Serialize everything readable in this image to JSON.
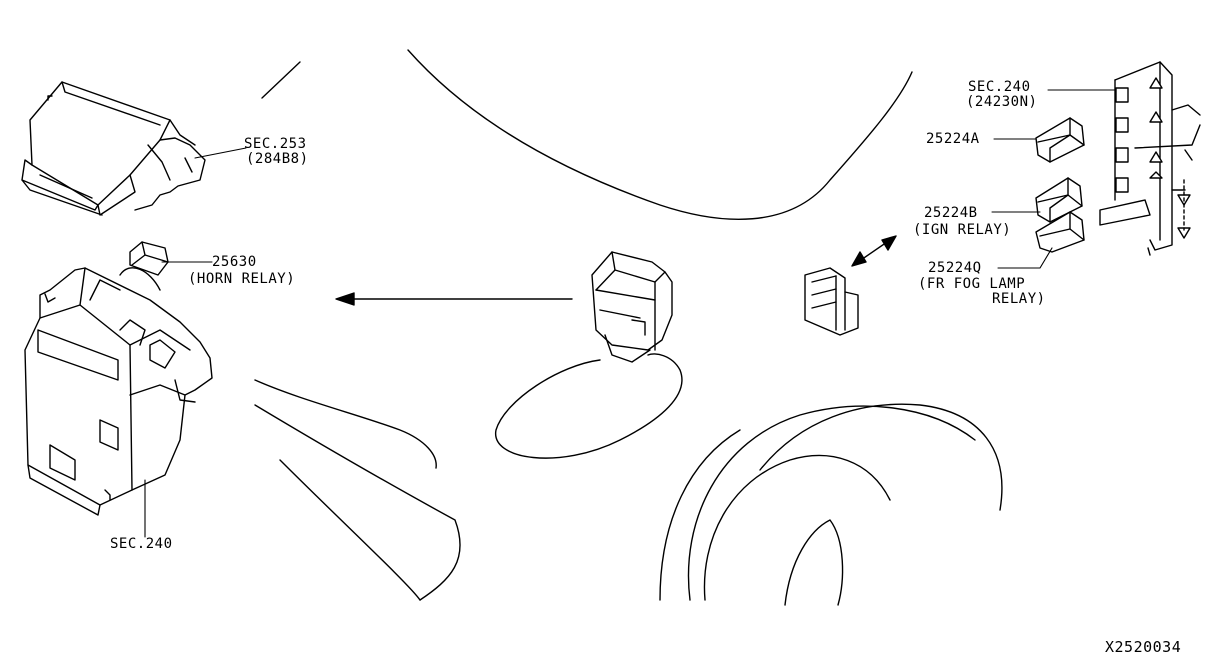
{
  "diagram_id": "X2520034",
  "callouts": {
    "cover": {
      "ref": "SEC.253",
      "part": "(284B8)"
    },
    "horn_relay": {
      "part": "25630",
      "name": "(HORN RELAY)"
    },
    "fuse_box": {
      "ref": "SEC.240"
    },
    "bracket": {
      "ref": "SEC.240",
      "part": "(24230N)"
    },
    "relay_a": {
      "part": "25224A"
    },
    "ign_relay": {
      "part": "25224B",
      "name": "(IGN RELAY)"
    },
    "fog_relay": {
      "part": "25224Q",
      "name_line1": "(FR FOG LAMP",
      "name_line2": "RELAY)"
    }
  }
}
